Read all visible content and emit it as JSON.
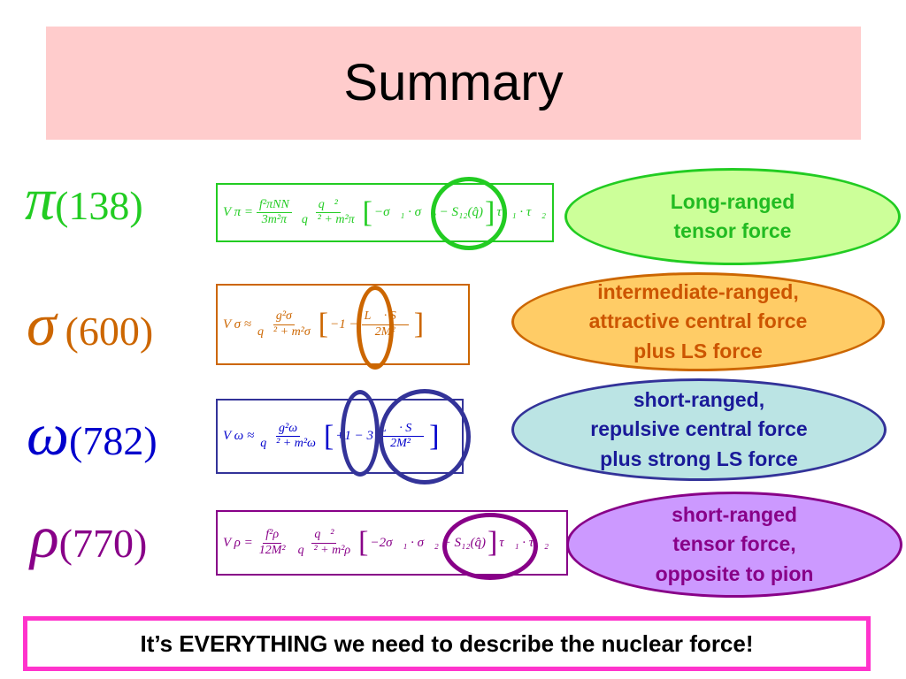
{
  "title": "Summary",
  "colors": {
    "pi": "#22cc22",
    "sigma": "#cc6600",
    "omega": "#333399",
    "rho": "#880088",
    "footer_border": "#ff33cc"
  },
  "mesons": [
    {
      "symbol": "π",
      "mass": "(138)"
    },
    {
      "symbol": "σ",
      "mass": "(600)"
    },
    {
      "symbol": "ω",
      "mass": "(782)"
    },
    {
      "symbol": "ρ",
      "mass": "(770)"
    }
  ],
  "equations": {
    "pi": {
      "lhs": "V π =",
      "c_num": "f²πNN",
      "c_den": "3m²π",
      "q_num": "q⃗²",
      "q_den": "q⃗² + m²π",
      "tail": "−σ⃗₁ · σ⃗₂ − S₁₂(q̂)",
      "tau": "τ⃗₁ · τ⃗₂"
    },
    "sigma": {
      "lhs": "V σ ≈",
      "c_num": "g²σ",
      "c_den": "q⃗² + m²σ",
      "t1": "−1 −",
      "ls_num": "L⃗ · S⃗",
      "ls_den": "2M²"
    },
    "omega": {
      "lhs": "V ω ≈",
      "c_num": "g²ω",
      "c_den": "q⃗² + m²ω",
      "t1": "+1 − 3",
      "ls_num": "L⃗ · S⃗",
      "ls_den": "2M²"
    },
    "rho": {
      "lhs": "V ρ =",
      "c_num": "f²ρ",
      "c_den": "12M²",
      "q_num": "q⃗²",
      "q_den": "q⃗² + m²ρ",
      "tail": "−2σ⃗₁ · σ⃗₂ + S₁₂(q̂)",
      "tau": "τ⃗₁ · τ⃗₂"
    }
  },
  "bubbles": {
    "pi": [
      "Long-ranged",
      "tensor force"
    ],
    "sigma": [
      "intermediate-ranged,",
      "attractive central force",
      "plus LS force"
    ],
    "omega": [
      "short-ranged,",
      "repulsive central force",
      "plus strong LS force"
    ],
    "rho": [
      "short-ranged",
      "tensor force,",
      "opposite to pion"
    ]
  },
  "footer": "It’s EVERYTHING we need to describe the nuclear force!"
}
